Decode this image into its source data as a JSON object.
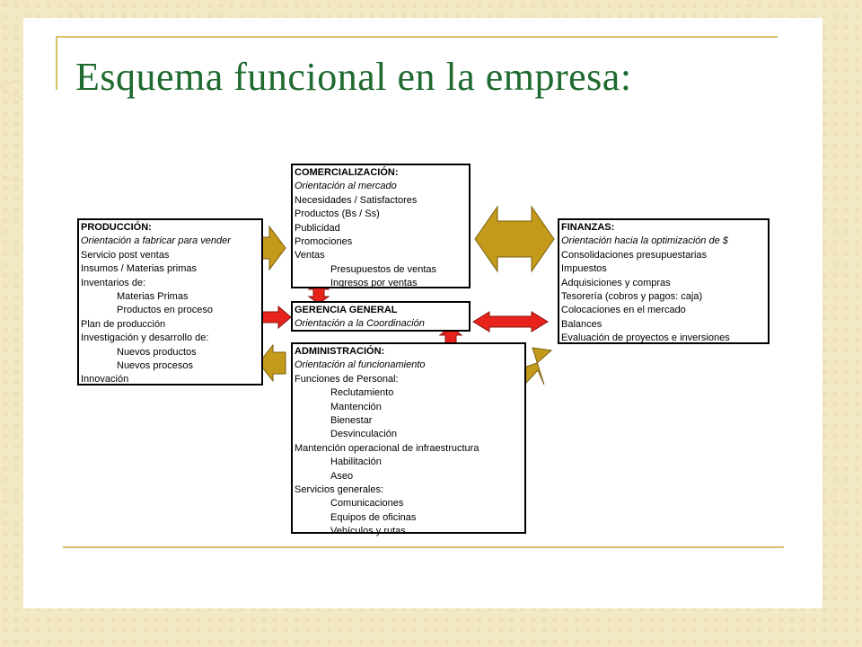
{
  "title": "Esquema funcional en la empresa:",
  "colors": {
    "title": "#1e6a2f",
    "accent_rule": "#d6c06a",
    "olive_arrow": "#c49a1a",
    "red_arrow": "#e8231c"
  },
  "produccion": {
    "heading": "PRODUCCIÓN:",
    "orientation": "Orientación a fabricar para vender",
    "lines": [
      "Servicio post ventas",
      "Insumos / Materias primas",
      "Inventarios de:"
    ],
    "inventarios": [
      "Materias Primas",
      "Productos en proceso"
    ],
    "lines2": [
      "Plan de producción",
      "Investigación y desarrollo de:"
    ],
    "investigacion": [
      "Nuevos productos",
      "Nuevos procesos"
    ],
    "last": "Innovación"
  },
  "comercializacion": {
    "heading": "COMERCIALIZACIÓN:",
    "orientation": "Orientación al mercado",
    "lines": [
      "Necesidades / Satisfactores",
      "Productos (Bs / Ss)",
      "Publicidad",
      "Promociones",
      "Ventas"
    ],
    "ventas": [
      "Presupuestos de ventas",
      "Ingresos por ventas"
    ]
  },
  "gerencia": {
    "heading": "GERENCIA GENERAL",
    "orientation": "Orientación a la Coordinación"
  },
  "finanzas": {
    "heading": "FINANZAS:",
    "orientation": "Orientación hacia la optimización de $",
    "lines": [
      "Consolidaciones presupuestarias",
      "Impuestos",
      "Adquisiciones y compras",
      "Tesorería (cobros y pagos: caja)",
      "Colocaciones en el mercado",
      "Balances",
      "Evaluación de proyectos e inversiones"
    ]
  },
  "administracion": {
    "heading": "ADMINISTRACIÓN:",
    "orientation": "Orientación al funcionamiento",
    "personal_label": "Funciones de Personal:",
    "personal": [
      "Reclutamiento",
      "Mantención",
      "Bienestar",
      "Desvinculación"
    ],
    "infra_label": "Mantención operacional de infraestructura",
    "infra": [
      "Habilitación",
      "Aseo"
    ],
    "servicios_label": "Servicios generales:",
    "servicios": [
      "Comunicaciones",
      "Equipos de oficinas",
      "Vehículos y rutas"
    ]
  }
}
